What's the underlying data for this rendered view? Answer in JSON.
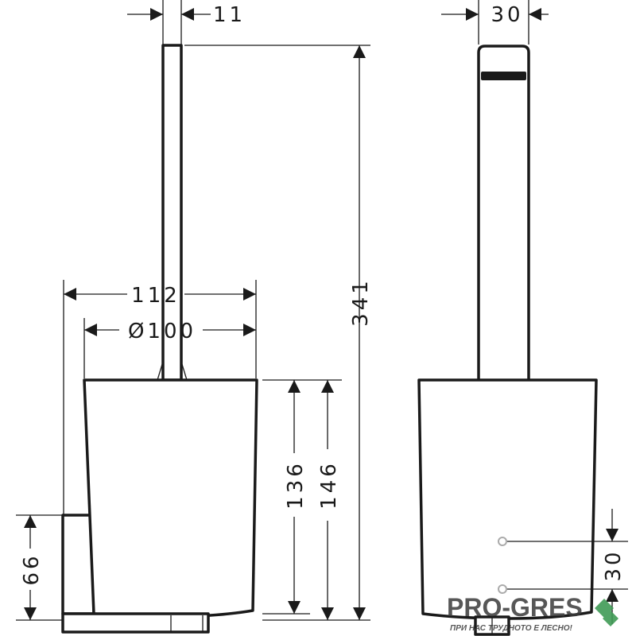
{
  "dimensions": {
    "handle_width": "11",
    "total_height": "341",
    "overall_width": "112",
    "cup_diameter": "Ø100",
    "cup_height": "136",
    "cup_height_with_base": "146",
    "bracket_height": "66",
    "side_handle_depth": "30",
    "screw_spacing": "30"
  },
  "watermark": {
    "brand": "PRO-GRES",
    "slogan": "ПРИ НАС ТРУДНОТО Е ЛЕСНО!",
    "accent_color": "#3f9a55"
  }
}
